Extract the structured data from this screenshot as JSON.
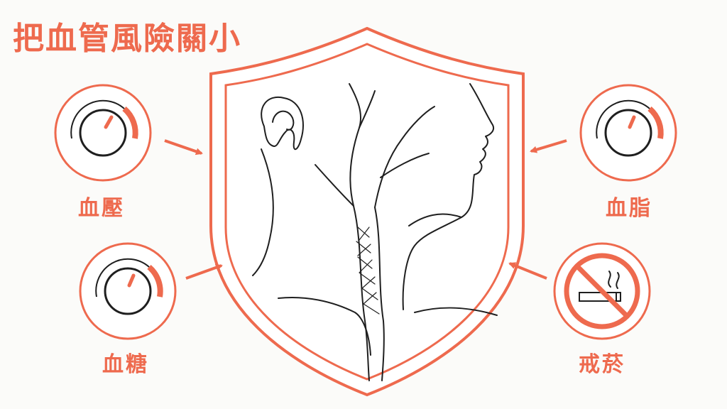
{
  "title": "把血管風險關小",
  "colors": {
    "accent": "#ee6a4e",
    "ink": "#1f1f1f",
    "background": "#fbfbf9"
  },
  "factors": [
    {
      "key": "bp",
      "label": "血壓",
      "icon": "dial-knob-icon"
    },
    {
      "key": "lipid",
      "label": "血脂",
      "icon": "dial-knob-icon"
    },
    {
      "key": "sugar",
      "label": "血糖",
      "icon": "dial-knob-icon"
    },
    {
      "key": "smoke",
      "label": "戒菸",
      "icon": "no-smoking-icon"
    }
  ],
  "center_icon": "shield-icon"
}
